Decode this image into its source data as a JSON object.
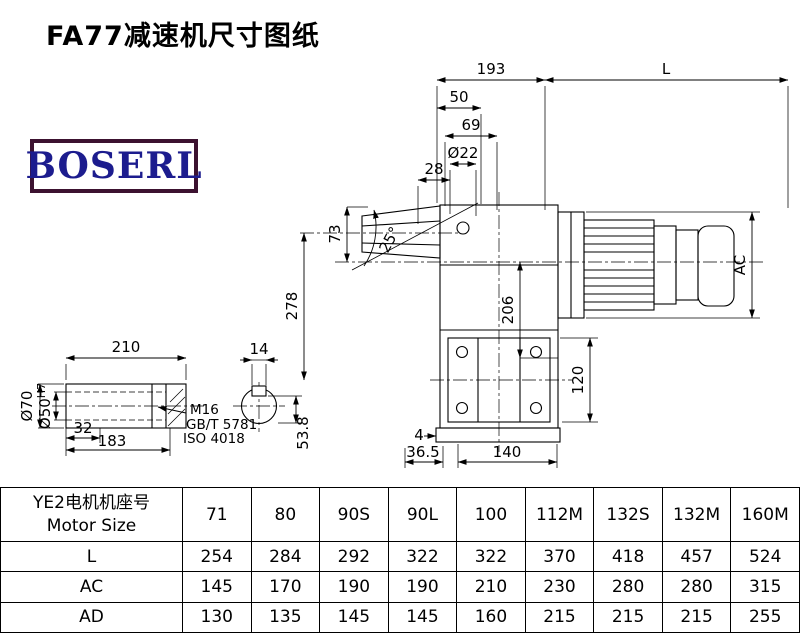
{
  "title": "FA77减速机尺寸图纸",
  "logo": "BOSERL",
  "colors": {
    "line": "#000000",
    "logo-text": "#1c1c8e",
    "logo-border": "#3c1230",
    "table-border": "#000000",
    "background": "#ffffff"
  },
  "drawing": {
    "dims": {
      "top_width": "193",
      "motor_length": "L",
      "d50": "50",
      "d69": "69",
      "input_bore": "Ø22",
      "d28": "28",
      "d73": "73",
      "angle": "25°",
      "d278": "278",
      "d206": "206",
      "ac": "AC",
      "d120": "120",
      "d4": "4",
      "d36_5": "36.5",
      "d140": "140",
      "shaft_len": "210",
      "key_w": "14",
      "shaft_od": "Ø70",
      "bore_d": "Ø50",
      "bore_tol": "H7",
      "d32": "32",
      "d183": "183",
      "thread": "M16",
      "std1": "GB/T 5781",
      "std2": "ISO 4018",
      "key_h": "53.8"
    }
  },
  "table": {
    "header": {
      "label_line1": "YE2电机机座号",
      "label_line2": "Motor Size",
      "columns": [
        "71",
        "80",
        "90S",
        "90L",
        "100",
        "112M",
        "132S",
        "132M",
        "160M"
      ]
    },
    "rows": [
      {
        "label": "L",
        "values": [
          "254",
          "284",
          "292",
          "322",
          "322",
          "370",
          "418",
          "457",
          "524"
        ]
      },
      {
        "label": "AC",
        "values": [
          "145",
          "170",
          "190",
          "190",
          "210",
          "230",
          "280",
          "280",
          "315"
        ]
      },
      {
        "label": "AD",
        "values": [
          "130",
          "135",
          "145",
          "145",
          "160",
          "215",
          "215",
          "215",
          "255"
        ]
      }
    ]
  }
}
